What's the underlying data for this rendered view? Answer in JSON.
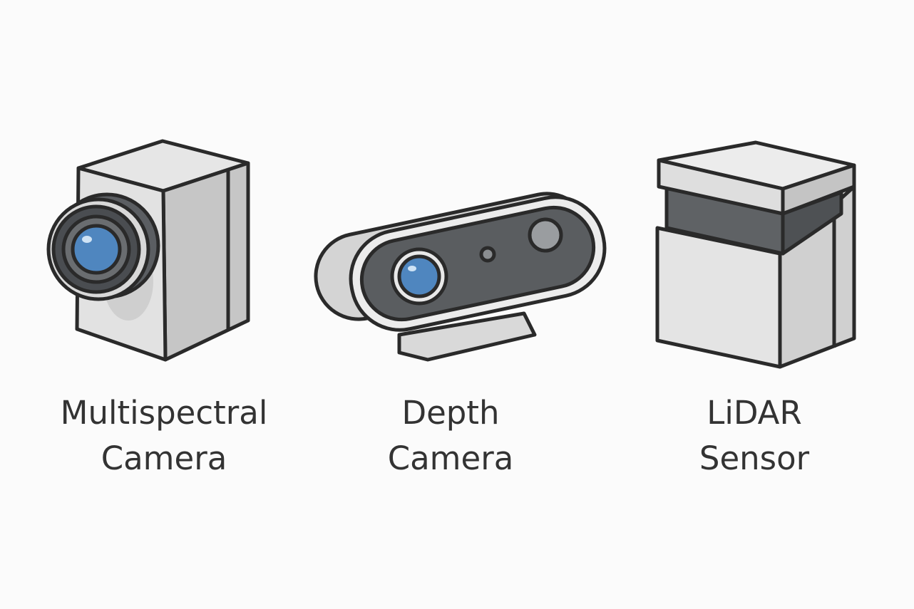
{
  "sensors": [
    {
      "name": "multispectral-camera",
      "line1": "Multispectral",
      "line2": "Camera"
    },
    {
      "name": "depth-camera",
      "line1": "Depth",
      "line2": "Camera"
    },
    {
      "name": "lidar-sensor",
      "line1": "LiDAR",
      "line2": "Sensor"
    }
  ],
  "colors": {
    "outline": "#2a2a2a",
    "body_light": "#e4e4e4",
    "body_mid": "#c8c8c8",
    "dark": "#5a5d60",
    "lens_blue": "#4f86bf",
    "text": "#333333"
  }
}
